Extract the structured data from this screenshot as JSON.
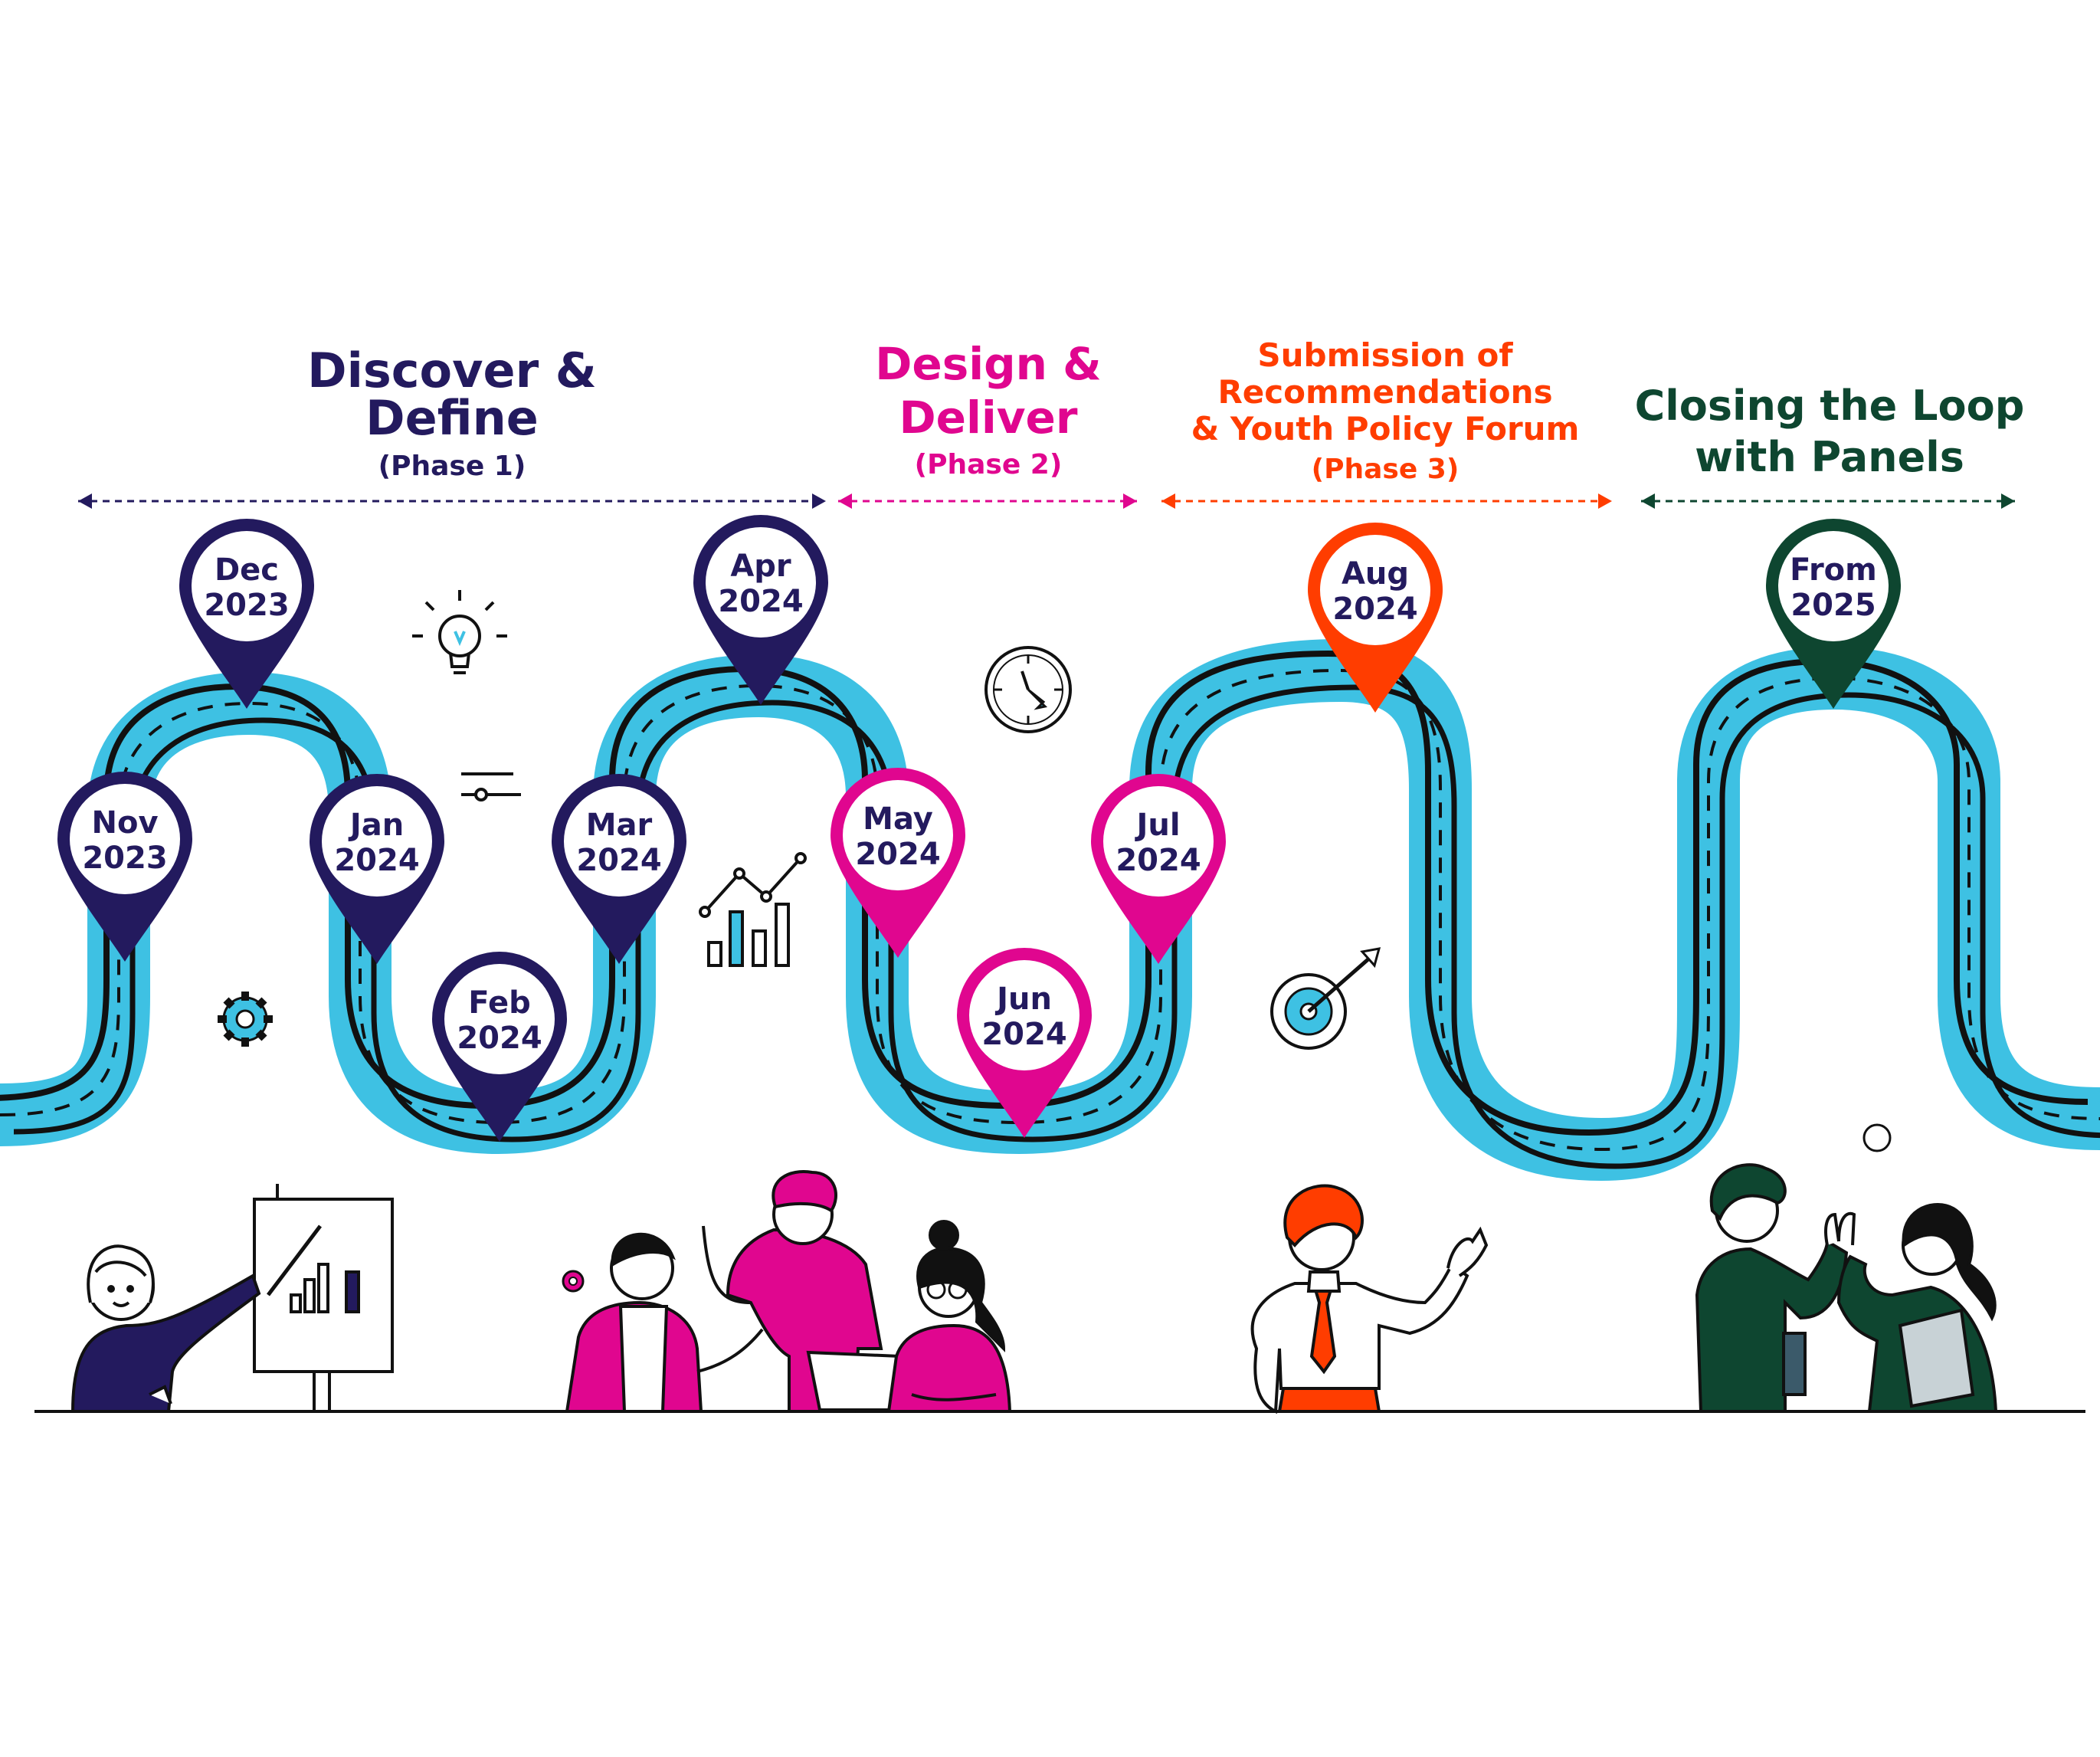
{
  "colors": {
    "navy": "#231a5e",
    "magenta": "#e0068f",
    "orange": "#ff3d00",
    "green": "#0e4630",
    "road": "#3ec1e3",
    "ink": "#111111"
  },
  "phases": [
    {
      "title_line1": "Discover &",
      "title_line2": "Define",
      "subtitle": "(Phase 1)",
      "color": "#231a5e"
    },
    {
      "title_line1": "Design &",
      "title_line2": "Deliver",
      "subtitle": "(Phase 2)",
      "color": "#e0068f"
    },
    {
      "title_line1": "Submission of",
      "title_line2": "Recommendations",
      "title_line3": "& Youth Policy Forum",
      "subtitle": "(Phase 3)",
      "color": "#ff3d00"
    },
    {
      "title_line1": "Closing the Loop",
      "title_line2": "with Panels",
      "color": "#0e4630"
    }
  ],
  "milestones": [
    {
      "month": "Nov",
      "year": "2023",
      "color": "#231a5e"
    },
    {
      "month": "Dec",
      "year": "2023",
      "color": "#231a5e"
    },
    {
      "month": "Jan",
      "year": "2024",
      "color": "#231a5e"
    },
    {
      "month": "Feb",
      "year": "2024",
      "color": "#231a5e"
    },
    {
      "month": "Mar",
      "year": "2024",
      "color": "#231a5e"
    },
    {
      "month": "Apr",
      "year": "2024",
      "color": "#231a5e"
    },
    {
      "month": "May",
      "year": "2024",
      "color": "#e0068f"
    },
    {
      "month": "Jun",
      "year": "2024",
      "color": "#e0068f"
    },
    {
      "month": "Jul",
      "year": "2024",
      "color": "#e0068f"
    },
    {
      "month": "Aug",
      "year": "2024",
      "color": "#ff3d00"
    },
    {
      "month": "From",
      "year": "2025",
      "color": "#0e4630"
    }
  ],
  "icons": [
    "lightbulb-icon",
    "clock-icon",
    "gear-icon",
    "chart-icon",
    "target-icon",
    "slider-icon"
  ]
}
